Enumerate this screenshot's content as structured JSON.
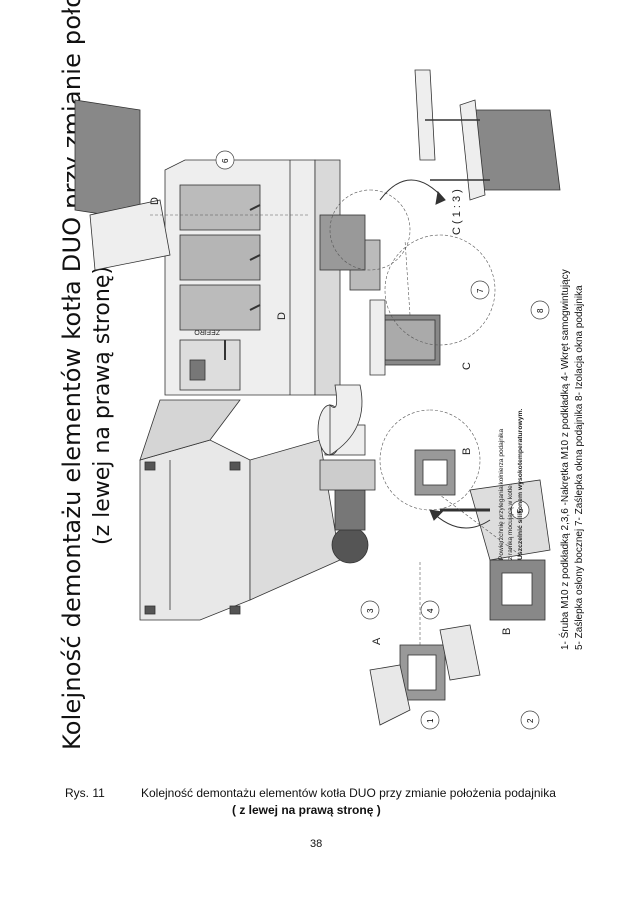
{
  "figure": {
    "title_line1": "Kolejność demontażu elementów kotła DUO przy zmianie położenia podajnika",
    "title_line2": "(z lewej na prawą stronę)",
    "view_labels": [
      "A",
      "B",
      "C",
      "D"
    ],
    "detail_label": "C ( 1 : 3 )",
    "callout_numbers": [
      "1",
      "2",
      "3",
      "4",
      "5",
      "6",
      "7",
      "8"
    ],
    "boiler_nameplate": "ZEFIRO",
    "legend": {
      "line1": "1- Śruba M10 z podkładką   2,3,6 -Nakrętka M10 z podkładką   4- Wkręt samogwintujący",
      "line2": "5- Zaślepka osłony bocznej  7- Zaślepka okna podajnika     8- Izolacja okna podajnika"
    },
    "note": {
      "line1": "Powierzchnię przylegania kołnierza podajnika",
      "line2": "z ramką mocującą w kotle.",
      "line3": "Uszczelnić silikonem wysokotemperaturowym."
    }
  },
  "caption": {
    "label": "Rys. 11",
    "text": "Kolejność demontażu elementów kotła DUO przy zmianie położenia podajnika",
    "subtext": "( z lewej na prawą stronę )"
  },
  "page_number": "38"
}
